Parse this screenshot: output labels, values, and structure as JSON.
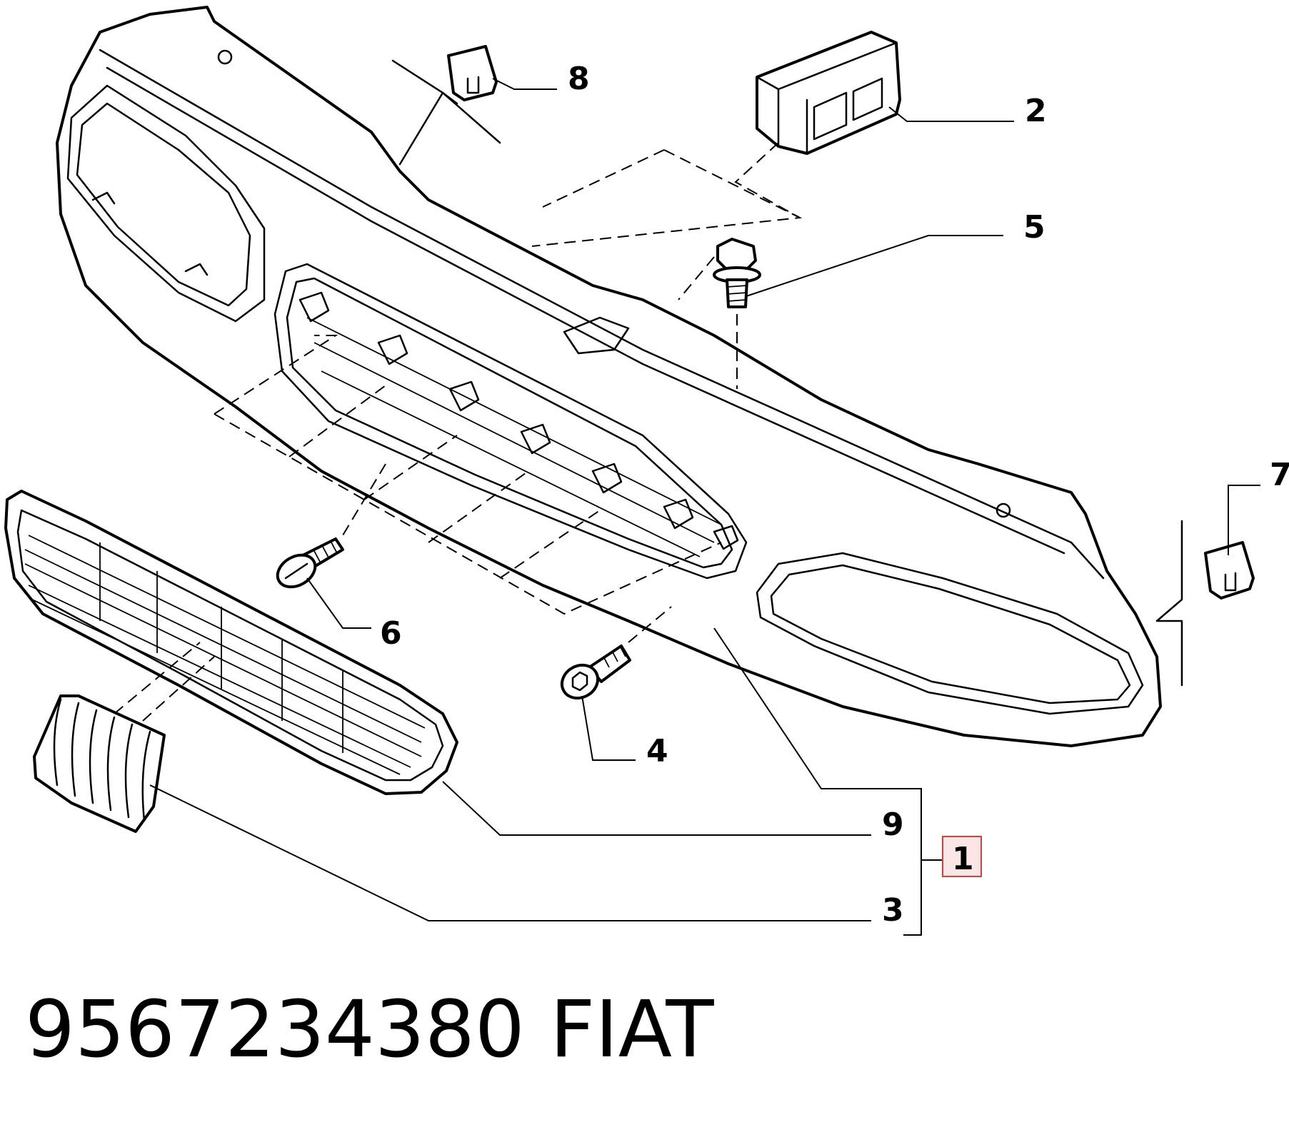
{
  "callouts": {
    "c1": "1",
    "c2": "2",
    "c3": "3",
    "c4": "4",
    "c5": "5",
    "c6": "6",
    "c7": "7",
    "c8": "8",
    "c9": "9"
  },
  "caption": {
    "part_number": "9567234380",
    "brand": "FIAT"
  },
  "colors": {
    "line": "#000000",
    "background": "#ffffff",
    "highlight_border": "#d24040",
    "highlight_fill": "#fbe6e6"
  }
}
